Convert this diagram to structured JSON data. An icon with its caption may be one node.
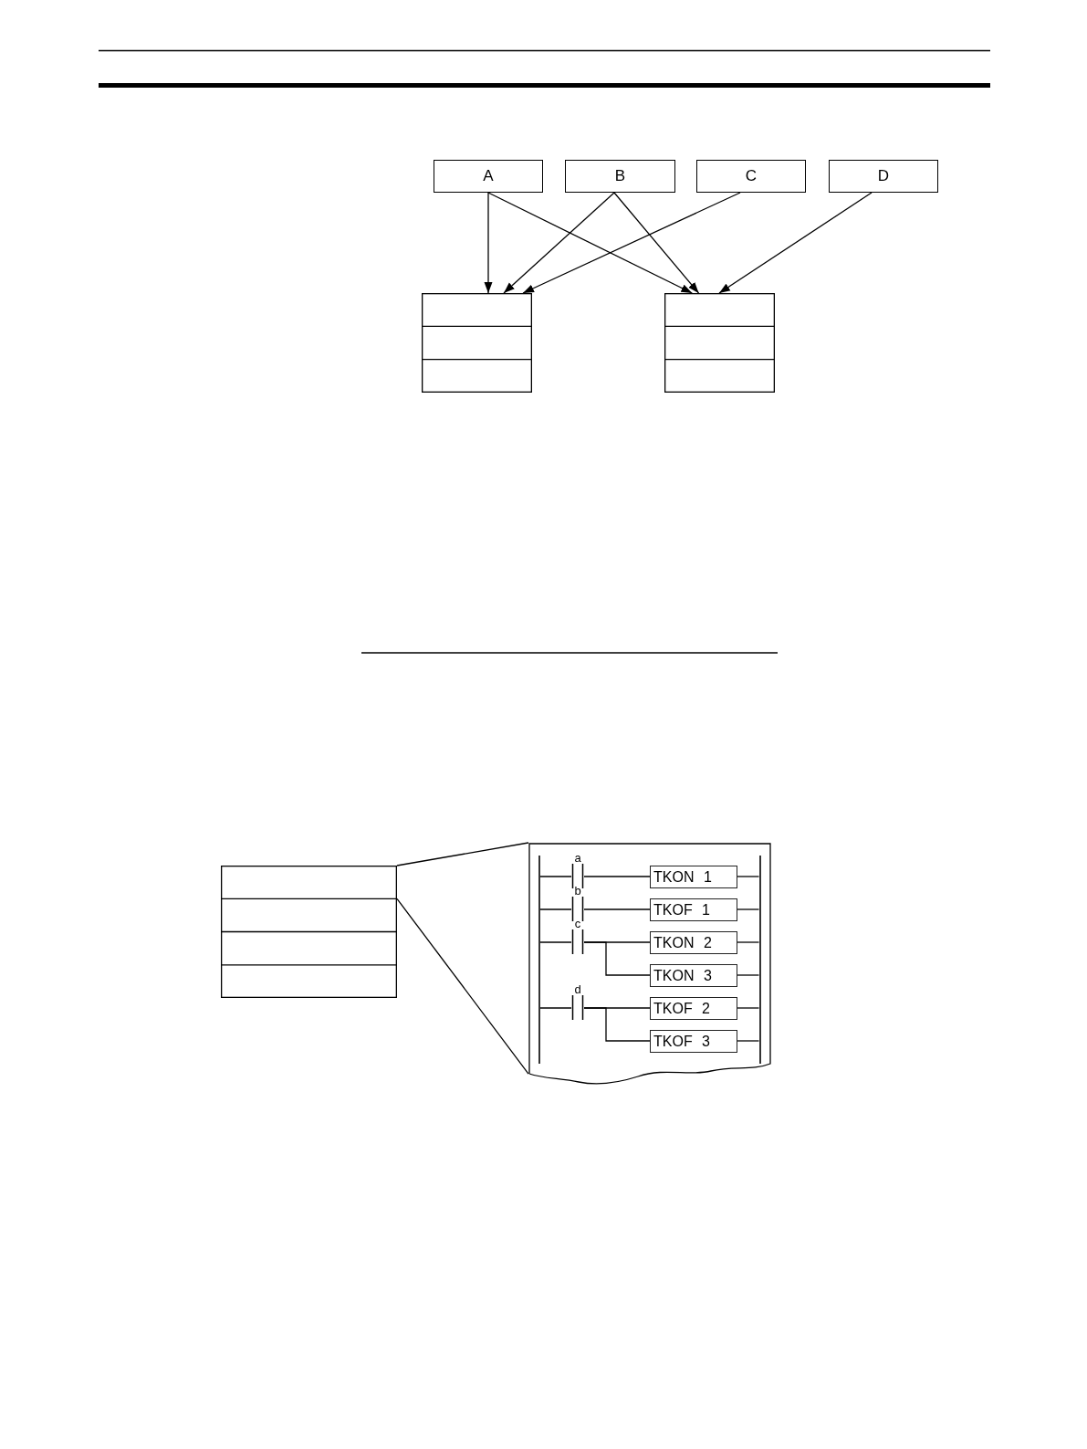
{
  "diagram": {
    "nodes": [
      {
        "text": [
          "A"
        ]
      },
      {
        "text": [
          "B"
        ]
      },
      {
        "text": [
          "C"
        ]
      },
      {
        "text": [
          "D"
        ]
      },
      {
        "text": [],
        "shape": "box"
      },
      {
        "text": [],
        "shape": "box"
      },
      {
        "text": [],
        "shape": "box"
      },
      {
        "text": [],
        "shape": "box"
      },
      {
        "text": [],
        "shape": "bar",
        "in": 7
      },
      {
        "text": [
          "a"
        ],
        "in": 7
      },
      {
        "text": [
          "TKON 1"
        ],
        "in": 7
      },
      {
        "text": [
          "b"
        ],
        "in": 7
      },
      {
        "text": [
          "TKOF 1"
        ],
        "in": 7
      },
      {
        "text": [
          "c"
        ],
        "in": 7
      },
      {
        "text": [
          "TKON 2"
        ],
        "in": 7
      },
      {
        "text": [
          "TKON 3"
        ],
        "in": 7
      },
      {
        "text": [
          "d"
        ],
        "in": 7
      },
      {
        "text": [
          "TKOF 2"
        ],
        "in": 7
      },
      {
        "text": [
          "TKOF 3"
        ],
        "in": 7
      },
      {
        "text": [],
        "shape": "bar",
        "in": 7
      }
    ],
    "edges": [
      {
        "from": 0,
        "to": 4,
        "arrow": "to"
      },
      {
        "from": 0,
        "to": 5,
        "arrow": "to"
      },
      {
        "from": 1,
        "to": 4,
        "arrow": "to"
      },
      {
        "from": 1,
        "to": 5,
        "arrow": "to"
      },
      {
        "from": 2,
        "to": 4,
        "arrow": "to"
      },
      {
        "from": 3,
        "to": 5,
        "arrow": "to"
      },
      {
        "from": 6,
        "to": 7,
        "arrow": "none"
      },
      {
        "from": 6,
        "to": 7,
        "arrow": "none"
      },
      {
        "from": 8,
        "to": 9,
        "arrow": "none"
      },
      {
        "from": 9,
        "to": 10,
        "arrow": "none"
      },
      {
        "from": 10,
        "to": 19,
        "arrow": "none"
      },
      {
        "from": 8,
        "to": 11,
        "arrow": "none"
      },
      {
        "from": 11,
        "to": 12,
        "arrow": "none"
      },
      {
        "from": 12,
        "to": 19,
        "arrow": "none"
      },
      {
        "from": 8,
        "to": 13,
        "arrow": "none"
      },
      {
        "from": 13,
        "to": 14,
        "arrow": "none"
      },
      {
        "from": 13,
        "to": 15,
        "arrow": "none"
      },
      {
        "from": 14,
        "to": 19,
        "arrow": "none"
      },
      {
        "from": 15,
        "to": 19,
        "arrow": "none"
      },
      {
        "from": 8,
        "to": 16,
        "arrow": "none"
      },
      {
        "from": 16,
        "to": 17,
        "arrow": "none"
      },
      {
        "from": 16,
        "to": 18,
        "arrow": "none"
      },
      {
        "from": 17,
        "to": 19,
        "arrow": "none"
      },
      {
        "from": 18,
        "to": 19,
        "arrow": "none"
      }
    ]
  }
}
